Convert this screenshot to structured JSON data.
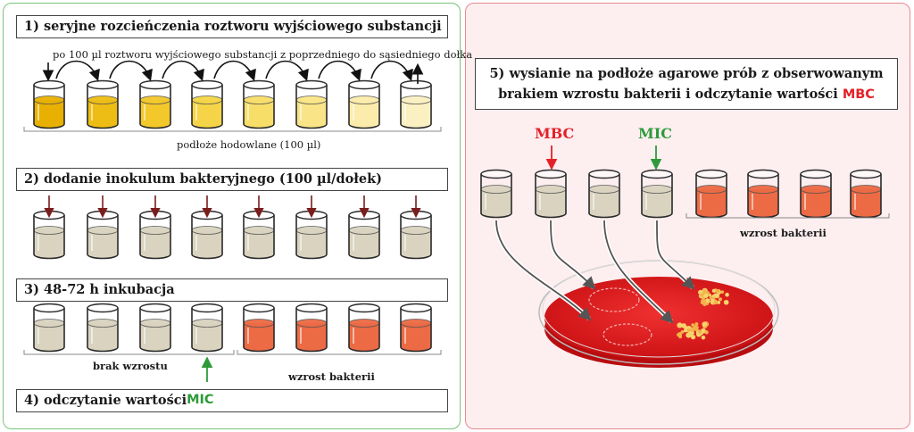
{
  "left": {
    "step1": {
      "title": "1) seryjne rozcieńczenia roztworu wyjściowego substancji",
      "transfer_note": "po 100  µl roztworu wyjściowego substancji z poprzedniego do sąsiedniego dołka",
      "medium_label": "podłoże hodowlane (100 µl)"
    },
    "step2": {
      "title": "2) dodanie inokulum bakteryjnego (100 µl/dołek)"
    },
    "step3": {
      "title": "3) 48-72 h inkubacja",
      "no_growth_label": "brak wzrostu",
      "growth_label": "wzrost bakterii"
    },
    "step4": {
      "title_prefix": "4) odczytanie wartości ",
      "title_highlight": "MIC"
    }
  },
  "right": {
    "step5": {
      "line1": "5) wysianie na podłoże agarowe prób z obserwowanym",
      "line2_prefix": "brakiem wzrostu bakterii i odczytanie wartości ",
      "line2_highlight": "MBC"
    },
    "mbc_label": "MBC",
    "mic_label": "MIC",
    "growth_label": "wzrost bakterii"
  },
  "colors": {
    "gradient": [
      "#e8b000",
      "#eebd15",
      "#f2c82b",
      "#f5d547",
      "#f7de69",
      "#f9e587",
      "#fbecab",
      "#fbf0c2"
    ],
    "beige": "#d9d3bf",
    "growth": "#ec6a44",
    "agar": "#e01616",
    "dark_arrow": "#7a1d1d",
    "mic": "#2e9b3a",
    "mbc": "#e42127"
  }
}
